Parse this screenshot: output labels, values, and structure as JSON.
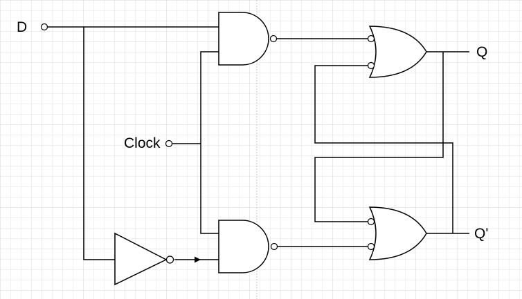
{
  "labels": {
    "input_d": "D",
    "input_clock": "Clock",
    "output_q": "Q",
    "output_q_bar": "Q'"
  },
  "colors": {
    "background": "#ffffff",
    "grid": "#e3e3e3",
    "guide": "#c8c8c8",
    "stroke": "#000000"
  }
}
